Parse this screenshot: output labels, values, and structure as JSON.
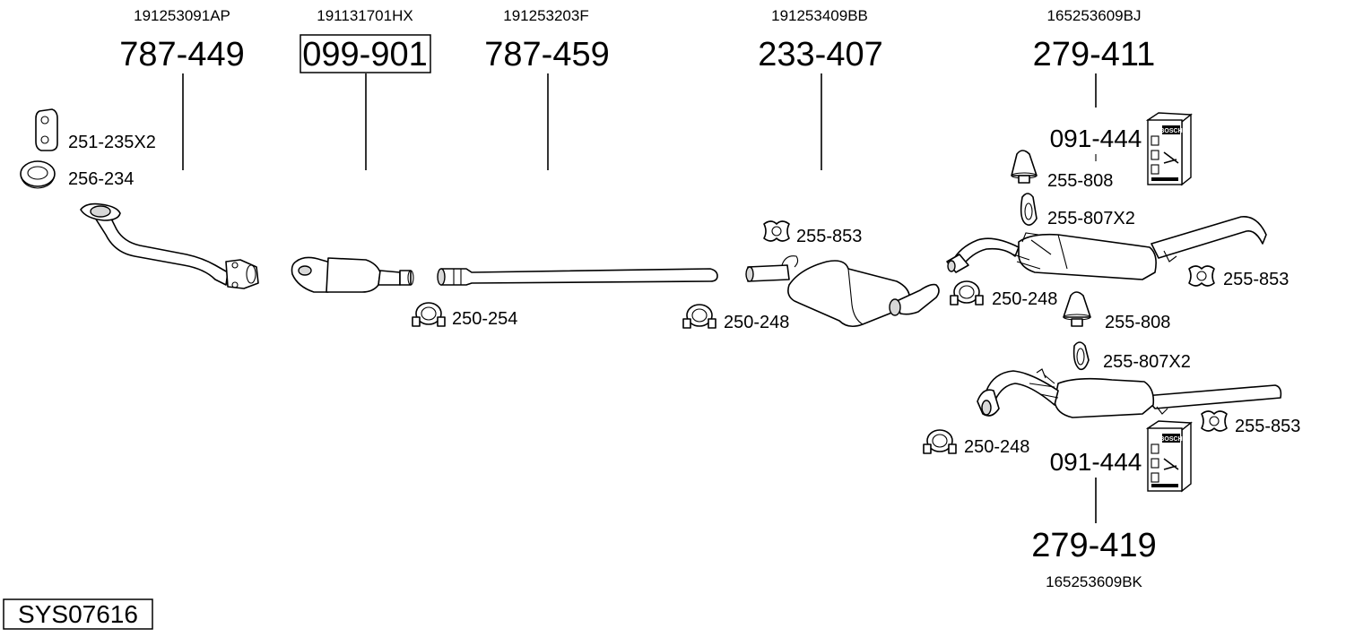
{
  "system_code": "SYS07616",
  "assemblies": [
    {
      "oem": "191253091AP",
      "part": "787-449"
    },
    {
      "oem": "191131701HX",
      "part": "099-901"
    },
    {
      "oem": "191253203F",
      "part": "787-459"
    },
    {
      "oem": "191253409BB",
      "part": "233-407"
    },
    {
      "oem": "165253609BJ",
      "part": "279-411"
    },
    {
      "oem": "165253609BK",
      "part": "279-419"
    }
  ],
  "mounting_kits": [
    "091-444",
    "091-444"
  ],
  "small_parts": {
    "bracket": "251-235X2",
    "gasket": "256-234",
    "clamp_a": "250-254",
    "clamp_b": "250-248",
    "hanger_a": "255-853",
    "clamp_c": "250-248",
    "rubber_a": "255-808",
    "ring_a": "255-807X2",
    "hanger_b": "255-853",
    "rubber_b": "255-808",
    "ring_b": "255-807X2",
    "hanger_c": "255-853",
    "clamp_d": "250-248"
  },
  "kit_box_text": "BOSCH"
}
